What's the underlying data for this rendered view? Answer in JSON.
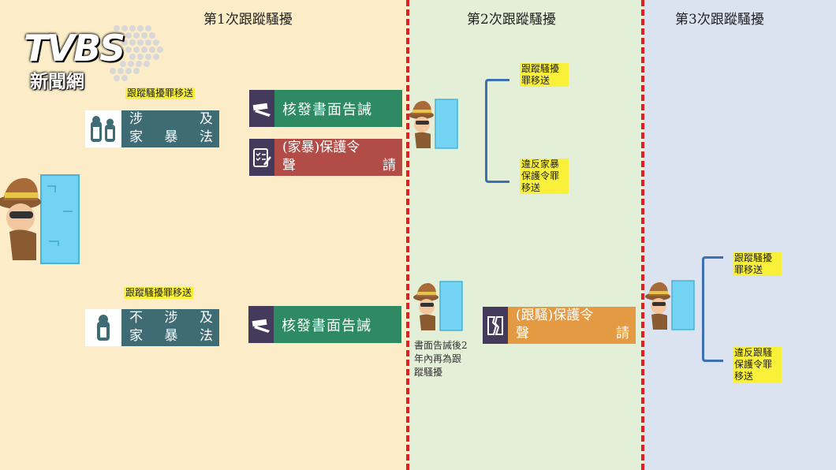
{
  "logo": {
    "brand": "TVBS",
    "name": "新聞網"
  },
  "zones": [
    {
      "title": "第1次跟蹤騷擾"
    },
    {
      "title": "第2次跟蹤騷擾"
    },
    {
      "title": "第3次跟蹤騷擾"
    }
  ],
  "row1": {
    "tag": "跟蹤騷擾罪移送",
    "category": {
      "line1a": "涉",
      "line1b": "及",
      "line2a": "家",
      "line2b": "暴",
      "line2c": "法"
    },
    "action1": "核發書面告誡",
    "action2": {
      "line1": "(家暴)保護令",
      "line2a": "聲",
      "line2b": "請"
    },
    "outcome_top": {
      "line1": "跟蹤騷擾",
      "line2": "罪移送"
    },
    "outcome_bottom": {
      "line1": "違反家暴",
      "line2": "保護令罪",
      "line3": "移送"
    }
  },
  "row2": {
    "tag": "跟蹤騷擾罪移送",
    "category": {
      "line1a": "不",
      "line1b": "涉",
      "line1c": "及",
      "line2a": "家",
      "line2b": "暴",
      "line2c": "法"
    },
    "action1": "核發書面告誡",
    "note": {
      "line1": "書面告誡後2",
      "line2": "年內再為跟",
      "line3": "蹤騷擾"
    },
    "action2": {
      "line1": "(跟騷)保護令",
      "line2a": "聲",
      "line2b": "請"
    },
    "outcome_top": {
      "line1": "跟蹤騷擾",
      "line2": "罪移送"
    },
    "outcome_bottom": {
      "line1": "違反跟騷",
      "line2": "保護令罪",
      "line3": "移送"
    }
  },
  "colors": {
    "zone1": "#fcedc8",
    "zone2": "#e4efd8",
    "zone3": "#dbe3f1",
    "divider": "#e02020",
    "bracket": "#3f6fb3",
    "highlight": "#f9f03a"
  },
  "icons": [
    "stalker-icon",
    "people-icon",
    "person-icon",
    "gavel-icon",
    "checklist-icon",
    "broken-paper-icon"
  ]
}
